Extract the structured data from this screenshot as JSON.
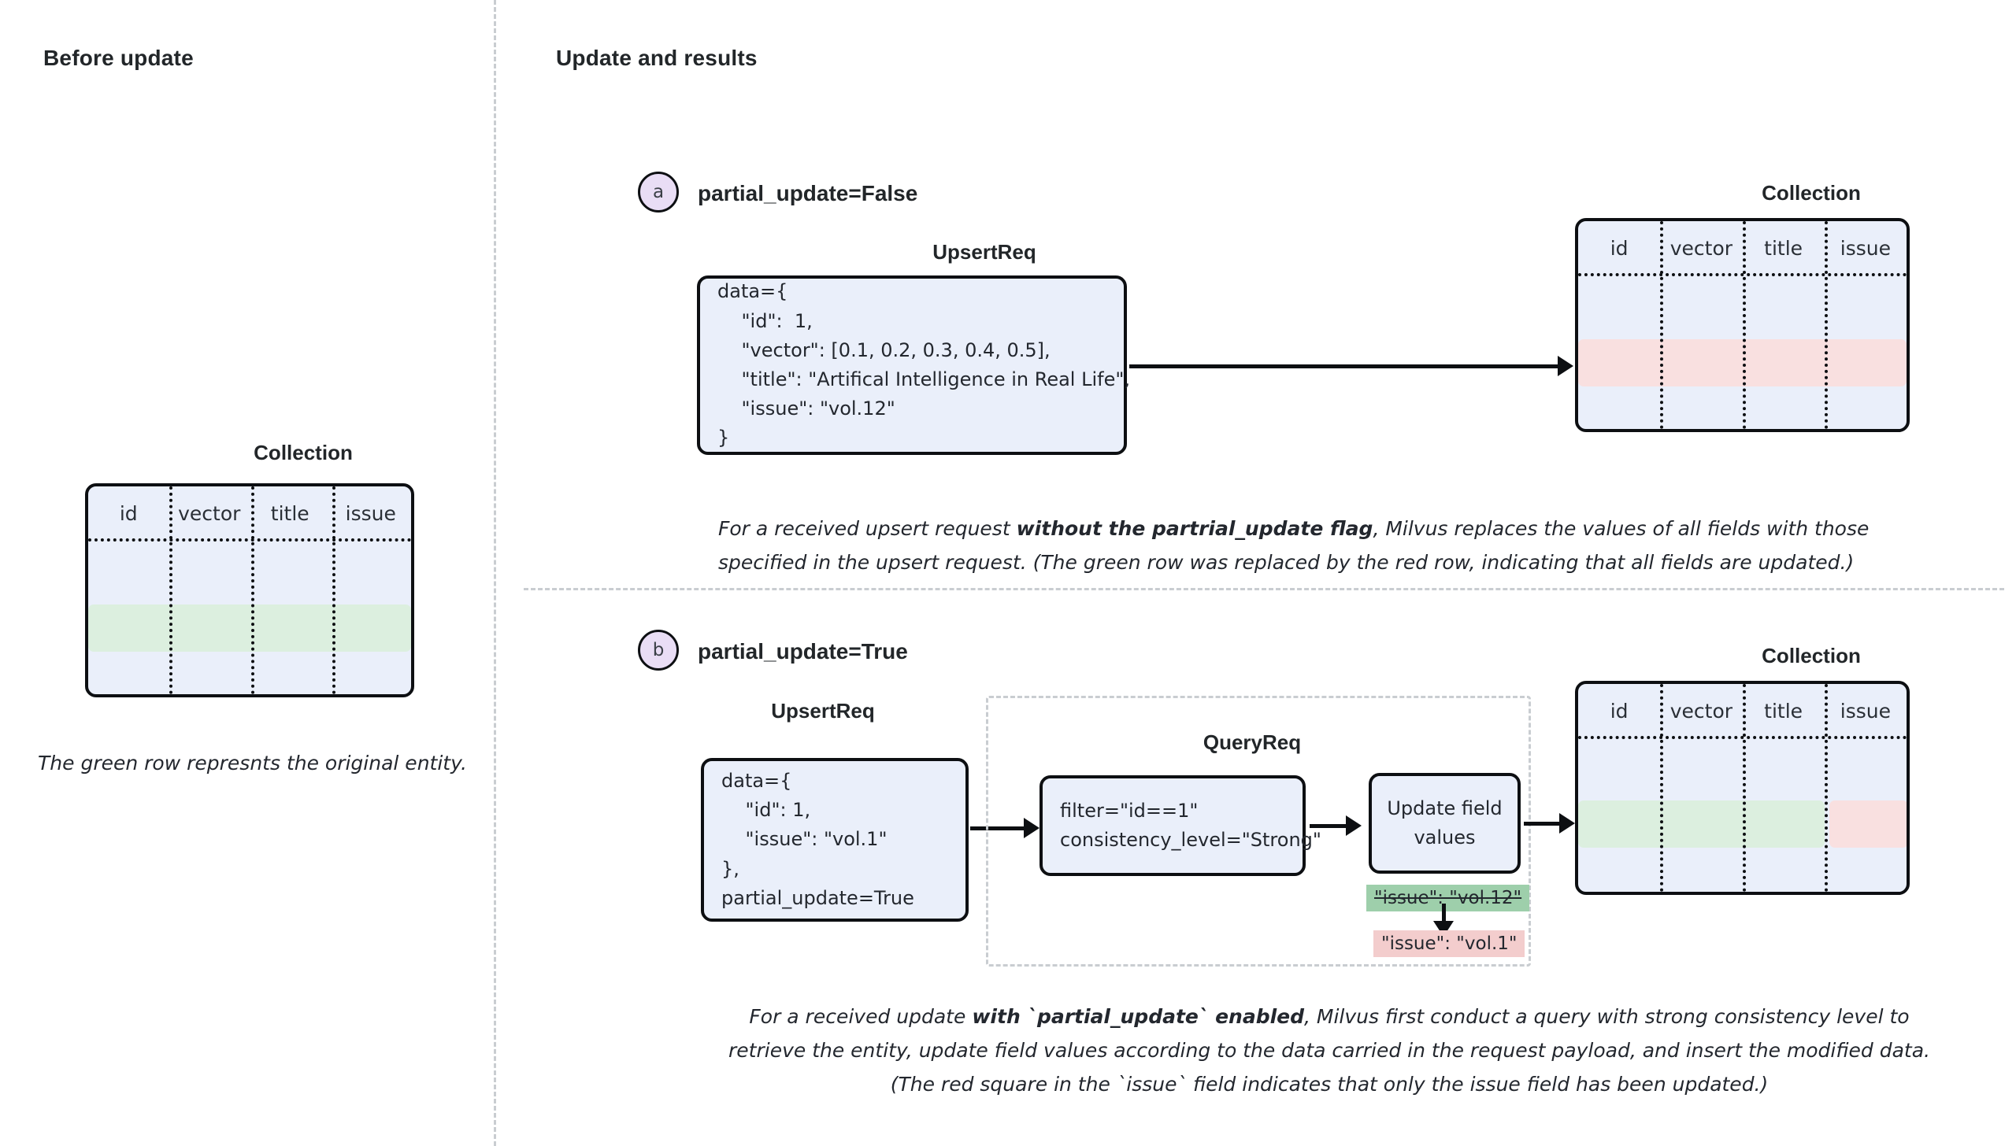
{
  "left_panel": {
    "heading": "Before update",
    "collection_title": "Collection",
    "columns": [
      "id",
      "vector",
      "title",
      "issue"
    ],
    "highlight_row_color": "#dcefdf",
    "note": "The green row represnts the original entity."
  },
  "right_panel": {
    "heading": "Update and results",
    "sections": [
      {
        "badge": "a",
        "badge_label": "partial_update=False",
        "upsert_title": "UpsertReq",
        "upsert_code": "data={\n    \"id\":  1,\n    \"vector\": [0.1, 0.2, 0.3, 0.4, 0.5],\n    \"title\": \"Artifical Intelligence in Real Life\",\n    \"issue\": \"vol.12\"\n}",
        "collection_title": "Collection",
        "columns": [
          "id",
          "vector",
          "title",
          "issue"
        ],
        "highlight_row_color": "#f9e0e0",
        "caption_pre": "For a received upsert request ",
        "caption_bold": "without the partrial_update flag",
        "caption_post": ", Milvus replaces the values of all fields with those specified in the upsert request. (The green row was replaced by the red row, indicating that all fields are updated.)"
      },
      {
        "badge": "b",
        "badge_label": "partial_update=True",
        "upsert_title": "UpsertReq",
        "upsert_code": "data={\n    \"id\": 1,\n    \"issue\": \"vol.1\"\n},\npartial_update=True",
        "query_title": "QueryReq",
        "query_code": "filter=\"id==1\"\nconsistency_level=\"Strong\"",
        "update_box_line1": "Update field",
        "update_box_line2": "values",
        "chip_old": "\"issue\": \"vol.12\"",
        "chip_new": "\"issue\": \"vol.1\"",
        "collection_title": "Collection",
        "columns": [
          "id",
          "vector",
          "title",
          "issue"
        ],
        "highlight_row_color": "#dcefdf",
        "highlight_cell_color": "#f9e0e0",
        "caption_pre": "For a received update ",
        "caption_bold": "with `partial_update` enabled",
        "caption_post": ", Milvus first conduct a query with strong consistency level to retrieve the entity, update field values according to the data carried in the request payload, and insert the modified data. (The red square in the `issue` field indicates that only the issue field has been updated.)"
      }
    ]
  },
  "palette": {
    "box_fill": "#eaeffa",
    "box_stroke": "#0d0f12",
    "badge_fill": "#e9ddf5",
    "green": "#dcefdf",
    "red": "#f9e0e0",
    "chip_green": "#9ecfab",
    "chip_red": "#f3cdcd",
    "divider": "#c9cdd1"
  }
}
